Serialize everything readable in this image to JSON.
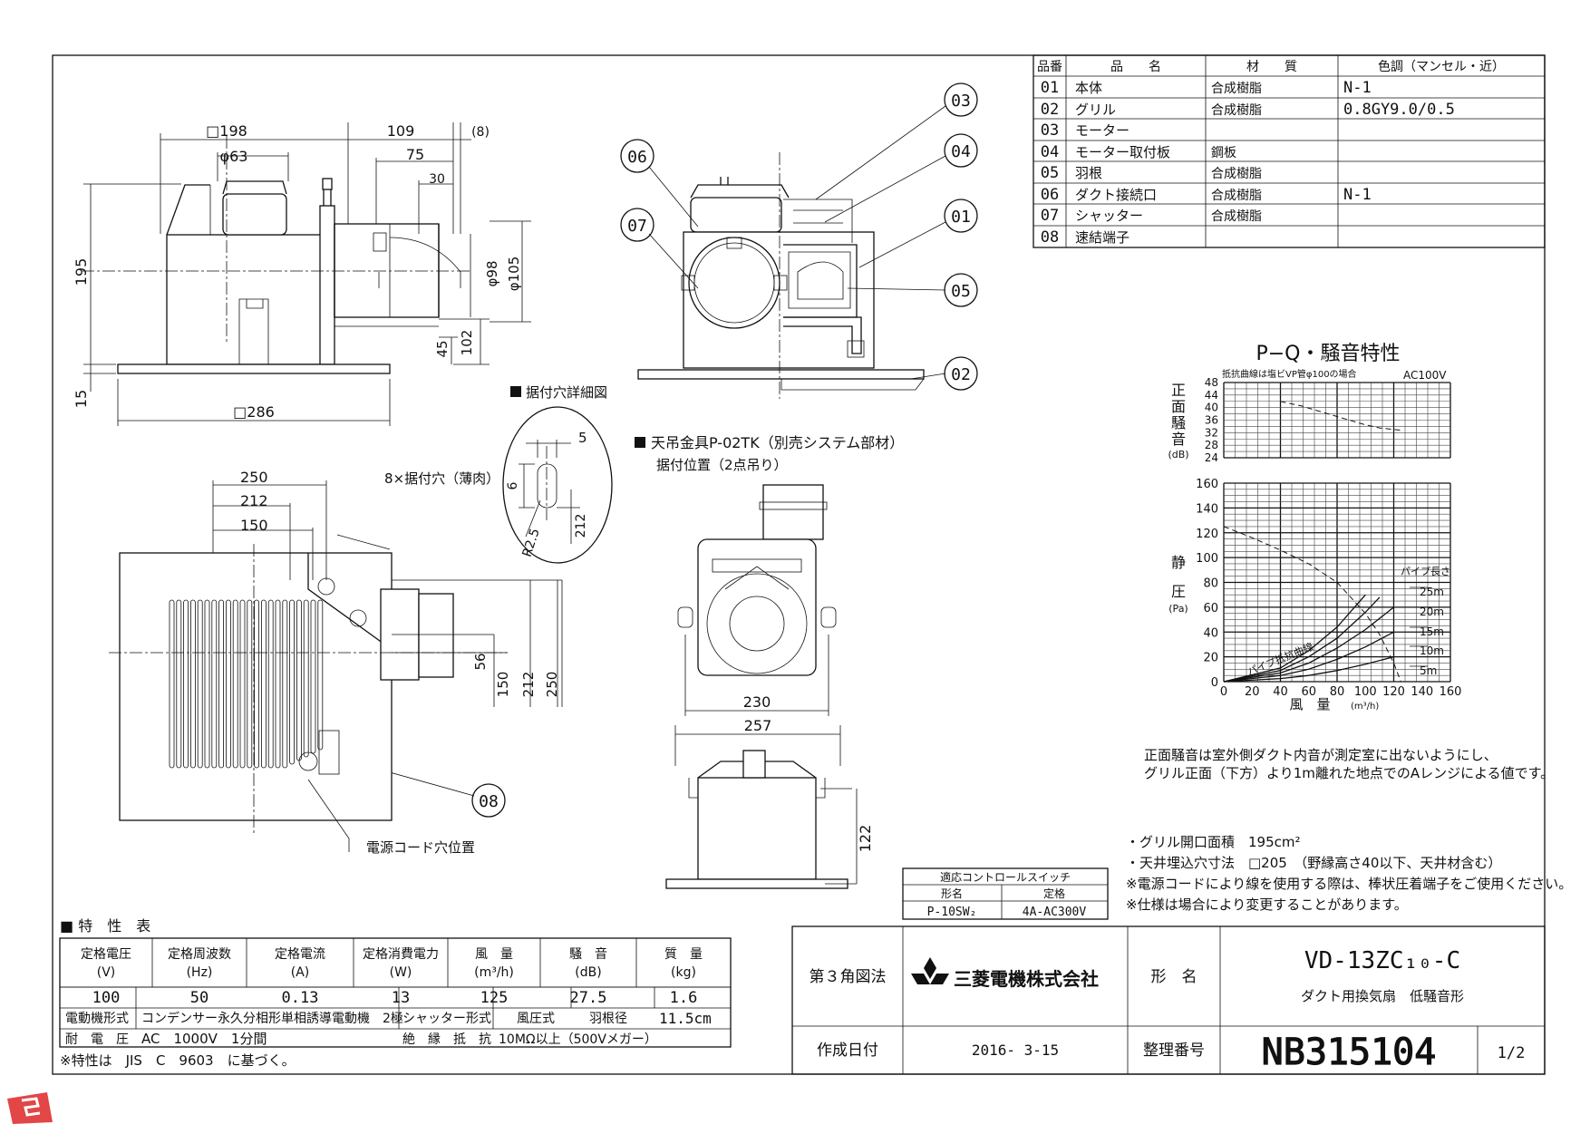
{
  "top_dims": {
    "width_198": "□198",
    "duct_63": "φ63",
    "dim_109": "109",
    "dim_8": "(8)",
    "dim_75": "75",
    "dim_30": "30",
    "dim_195": "195",
    "dim_15": "15",
    "dim_98": "φ98",
    "dim_105": "φ105",
    "dim_102": "102",
    "dim_45": "45",
    "width_286": "□286"
  },
  "plan_dims": {
    "d250": "250",
    "d212": "212",
    "d150": "150",
    "holes": "8×据付穴（薄肉）",
    "v56": "56",
    "v150": "150",
    "v212": "212",
    "v250": "250",
    "cord_hole": "電源コード穴位置"
  },
  "detail": {
    "title": "据付穴詳細図",
    "d5": "5",
    "d6": "6",
    "r25": "R2.5",
    "d212": "212"
  },
  "hanger": {
    "title": "天吊金具P-02TK（別売システム部材）",
    "subtitle": "据付位置（2点吊り）",
    "d230": "230",
    "d257": "257",
    "d122": "122"
  },
  "callouts": [
    "01",
    "02",
    "03",
    "04",
    "05",
    "06",
    "07",
    "08"
  ],
  "parts_table": {
    "headers": [
      "品番",
      "品　　名",
      "材　　質",
      "色調（マンセル・近）"
    ],
    "rows": [
      [
        "01",
        "本体",
        "合成樹脂",
        "N-1"
      ],
      [
        "02",
        "グリル",
        "合成樹脂",
        "0.8GY9.0/0.5"
      ],
      [
        "03",
        "モーター",
        "",
        ""
      ],
      [
        "04",
        "モーター取付板",
        "鋼板",
        ""
      ],
      [
        "05",
        "羽根",
        "合成樹脂",
        ""
      ],
      [
        "06",
        "ダクト接続口",
        "合成樹脂",
        "N-1"
      ],
      [
        "07",
        "シャッター",
        "合成樹脂",
        ""
      ],
      [
        "08",
        "速結端子",
        "",
        ""
      ]
    ]
  },
  "chart": {
    "title": "P−Q・騒音特性",
    "note": "抵抗曲線は塩ビVP管φ100の場合",
    "power": "AC100V",
    "noise_label": [
      "正",
      "面",
      "騒",
      "音"
    ],
    "noise_unit": "(dB)",
    "pressure_label": [
      "静",
      "圧"
    ],
    "pressure_unit": "(Pa)",
    "xlabel": "風　量",
    "xunit": "(m³/h)",
    "pipe_label": "パイプ長さ",
    "pipe_lengths": [
      "25m",
      "20m",
      "15m",
      "10m",
      "5m"
    ],
    "resistance_label": "パイプ抵抗曲線"
  },
  "chart_data": {
    "type": "line",
    "x_ticks": [
      "0",
      "20",
      "40",
      "60",
      "80",
      "100",
      "120",
      "140",
      "160"
    ],
    "xlim": [
      0,
      160
    ],
    "noise_ticks": [
      "48",
      "44",
      "40",
      "36",
      "32",
      "28",
      "24"
    ],
    "noise_ylim": [
      24,
      48
    ],
    "pressure_ticks": [
      "160",
      "140",
      "120",
      "100",
      "80",
      "60",
      "40",
      "20",
      "0"
    ],
    "pressure_ylim": [
      0,
      160
    ],
    "noise_curve": {
      "x": [
        40,
        55,
        70,
        85,
        100,
        110,
        125
      ],
      "y": [
        42,
        40.5,
        38.5,
        36.5,
        34.5,
        33.5,
        32.8
      ]
    },
    "pq_curve": {
      "x": [
        0,
        20,
        40,
        60,
        80,
        100,
        110,
        120,
        125
      ],
      "y": [
        125,
        116,
        106,
        95,
        80,
        55,
        38,
        15,
        0
      ]
    },
    "pipe_curves": [
      {
        "name": "25m",
        "x": [
          0,
          40,
          60,
          80,
          100
        ],
        "y": [
          0,
          11,
          25,
          44,
          70
        ]
      },
      {
        "name": "20m",
        "x": [
          0,
          40,
          60,
          80,
          100,
          110
        ],
        "y": [
          0,
          9,
          20,
          35,
          56,
          68
        ]
      },
      {
        "name": "15m",
        "x": [
          0,
          40,
          60,
          80,
          100,
          120
        ],
        "y": [
          0,
          7,
          15,
          27,
          42,
          60
        ]
      },
      {
        "name": "10m",
        "x": [
          0,
          40,
          60,
          80,
          100,
          120
        ],
        "y": [
          0,
          5,
          10,
          18,
          28,
          40
        ]
      },
      {
        "name": "5m",
        "x": [
          0,
          40,
          60,
          80,
          100,
          120
        ],
        "y": [
          0,
          2.5,
          5,
          9,
          14,
          20
        ]
      }
    ]
  },
  "notes": {
    "noise_note_1": "正面騒音は室外側ダクト内音が測定室に出ないようにし、",
    "noise_note_2": "グリル正面（下方）より1m離れた地点でのAレンジによる値です。",
    "spec_1": "・グリル開口面積　195cm²",
    "spec_2": "・天井埋込穴寸法　□205　（野縁高さ40以下、天井材含む）",
    "spec_3": "※電源コードにより線を使用する際は、棒状圧着端子をご使用ください。",
    "spec_4": "※仕様は場合により変更することがあります。"
  },
  "switch_table": {
    "title": "適応コントロールスイッチ",
    "headers": [
      "形名",
      "定格"
    ],
    "row": [
      "P-10SW₂",
      "4A-AC300V"
    ]
  },
  "spec_table": {
    "title": "■ 特　性　表",
    "headers": [
      "定格電圧",
      "定格周波数",
      "定格電流",
      "定格消費電力",
      "風　量",
      "騒　音",
      "質　量"
    ],
    "units": [
      "(V)",
      "(Hz)",
      "(A)",
      "(W)",
      "(m³/h)",
      "(dB)",
      "(kg)"
    ],
    "values": [
      "100",
      "50",
      "0.13",
      "13",
      "125",
      "27.5",
      "1.6"
    ],
    "motor_label": "電動機形式",
    "motor_value": "コンデンサー永久分相形単相誘導電動機　2極",
    "shutter_label": "シャッター形式",
    "shutter_value": "風圧式",
    "blade_label": "羽根径",
    "blade_value": "11.5cm",
    "withstand_label": "耐　電　圧",
    "withstand_value": "AC　1000V　1分間",
    "insulation_label": "絶　縁　抵　抗",
    "insulation_value": "10MΩ以上（500Vメガー）",
    "footnote": "※特性は　JIS　C　9603　に基づく。"
  },
  "title_block": {
    "projection": "第３角図法",
    "company": "三菱電機株式会社",
    "model_label": "形　名",
    "model": "VD-13ZC₁₀-C",
    "description": "ダクト用換気扇　低騒音形",
    "date_label": "作成日付",
    "date": "2016- 3-15",
    "number_label": "整理番号",
    "number": "NB315104",
    "sheet": "1/2"
  }
}
